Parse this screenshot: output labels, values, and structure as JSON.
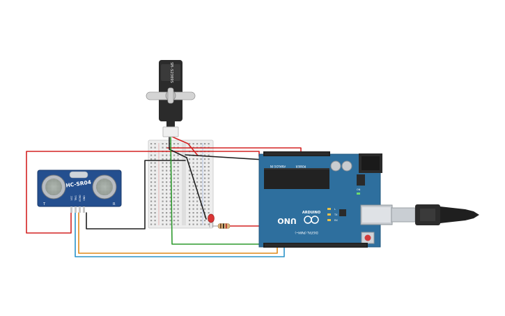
{
  "circuit": {
    "sensor": {
      "model": "HC-SR04",
      "pin_labels": [
        "VCC",
        "TRIG",
        "ECHO",
        "GND"
      ],
      "corner_left": "T",
      "corner_right": "R"
    },
    "servo": {
      "model": "SM-S2309S"
    },
    "arduino": {
      "model": "UNO",
      "brand": "ARDUINO",
      "header_digital": "DIGITAL (PWM~)",
      "header_power": "POWER",
      "header_analog": "ANALOG IN",
      "led_labels": [
        "L",
        "TX",
        "RX"
      ],
      "on_label": "ON"
    },
    "wire_colors": {
      "red": "#d32222",
      "black": "#1f1f1f",
      "green": "#2e9a2e",
      "orange": "#e08a1a",
      "blue": "#2a93c9"
    },
    "board_colors": {
      "arduino": "#2e6f9e",
      "sensor": "#244f8f",
      "breadboard": "#ececec"
    }
  }
}
